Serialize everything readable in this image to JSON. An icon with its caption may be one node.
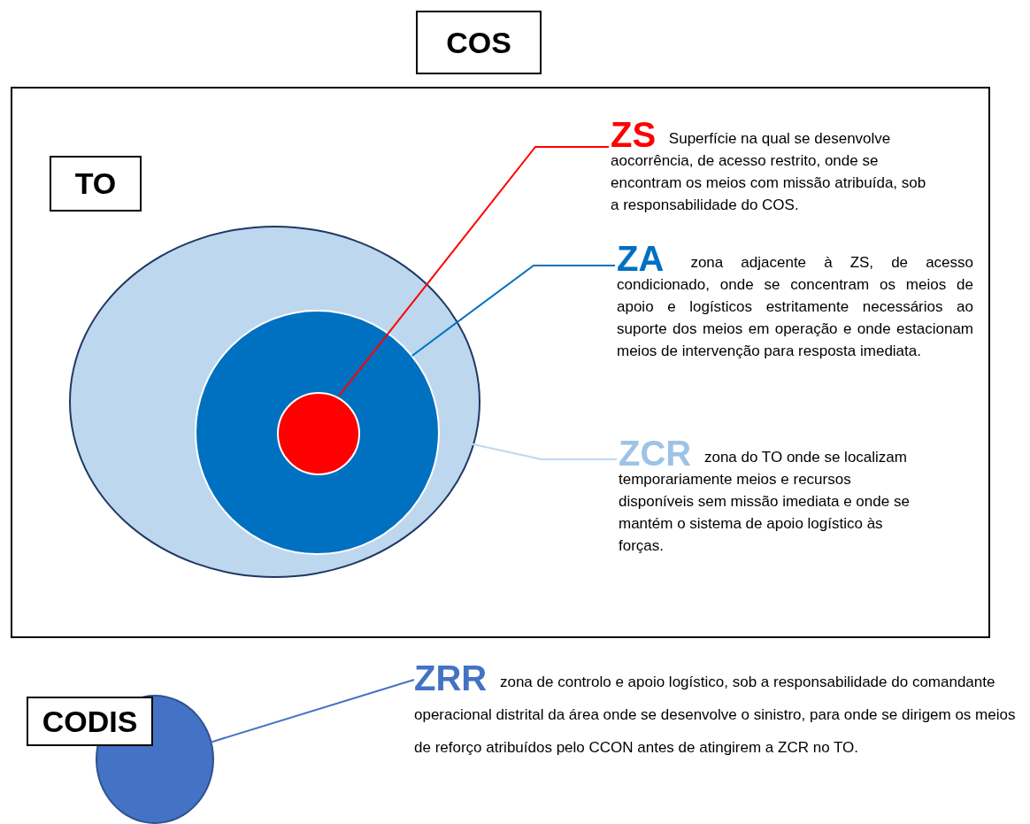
{
  "diagram": {
    "nodes": [
      {
        "text": [
          "COS"
        ]
      },
      {
        "text": [],
        "shape": "box"
      },
      {
        "text": [
          "TO"
        ],
        "in": 1
      },
      {
        "text": [],
        "shape": "circle",
        "in": 1
      },
      {
        "text": [],
        "shape": "circle",
        "in": 3
      },
      {
        "text": [],
        "shape": "circle",
        "in": 4
      },
      {
        "text": [
          "ZS",
          "Superfície na qual se desenvolve aocorrência, de acesso restrito, onde se encontram os meios com missão atribuída, sob a responsabilidade do COS."
        ],
        "in": 1
      },
      {
        "text": [
          "ZA",
          "zona adjacente à ZS, de acesso condicionado, onde se concentram os meios de apoio e logísticos estritamente necessários ao suporte dos meios em operação e onde estacionam meios de intervenção para resposta imediata."
        ],
        "in": 1
      },
      {
        "text": [
          "ZCR",
          "zona do TO onde se localizam temporariamente meios e recursos disponíveis sem missão imediata e onde se mantém o sistema de apoio logístico às forças."
        ],
        "in": 1
      },
      {
        "text": [
          "CODIS"
        ]
      },
      {
        "text": [],
        "shape": "circle"
      },
      {
        "text": [
          "ZRR",
          "zona de controlo e apoio logístico, sob a responsabilidade do comandante operacional distrital da área onde se desenvolve o sinistro, para onde se dirigem os meios de reforço atribuídos pelo CCON antes de atingirem a ZCR no TO."
        ]
      }
    ],
    "edges": [
      {
        "from": 6,
        "to": 5,
        "arrow": "none",
        "color": "#ff0000"
      },
      {
        "from": 7,
        "to": 4,
        "arrow": "none",
        "color": "#0070c0"
      },
      {
        "from": 8,
        "to": 3,
        "arrow": "none",
        "color": "#bdd7ee"
      },
      {
        "from": 11,
        "to": 10,
        "arrow": "none",
        "color": "#4472c4"
      }
    ]
  }
}
